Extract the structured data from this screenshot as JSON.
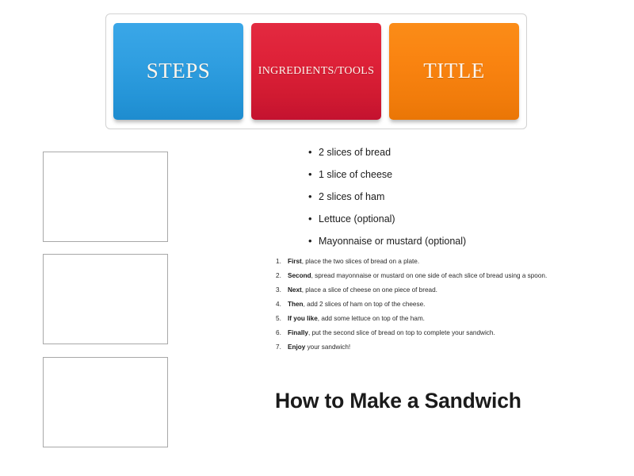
{
  "tray": {
    "tiles": [
      {
        "label": "STEPS",
        "color": "#2f9ee0",
        "name": "tile-steps"
      },
      {
        "label": "INGREDIENTS/TOOLS",
        "color": "#de2138",
        "name": "tile-ingredients"
      },
      {
        "label": "TITLE",
        "color": "#f98310",
        "name": "tile-title"
      }
    ]
  },
  "drop_zones": [
    {
      "label": ""
    },
    {
      "label": ""
    },
    {
      "label": ""
    }
  ],
  "content": {
    "ingredients": [
      "2 slices of bread",
      "1 slice of cheese",
      "2 slices of ham",
      "Lettuce (optional)",
      "Mayonnaise or mustard (optional)"
    ],
    "steps": [
      {
        "lead": "First",
        "rest": ", place the two slices of bread on a plate."
      },
      {
        "lead": "Second",
        "rest": ", spread mayonnaise or mustard on one side of each slice of bread using a spoon."
      },
      {
        "lead": "Next",
        "rest": ", place a slice of cheese on one piece of bread."
      },
      {
        "lead": "Then",
        "rest": ", add 2 slices of ham on top of the cheese."
      },
      {
        "lead": "If you like",
        "rest": ", add some lettuce on top of the ham."
      },
      {
        "lead": "Finally",
        "rest": ", put the second slice of bread on top to complete your sandwich."
      },
      {
        "lead": "Enjoy",
        "rest": " your sandwich!"
      }
    ],
    "title": "How to Make a Sandwich"
  }
}
